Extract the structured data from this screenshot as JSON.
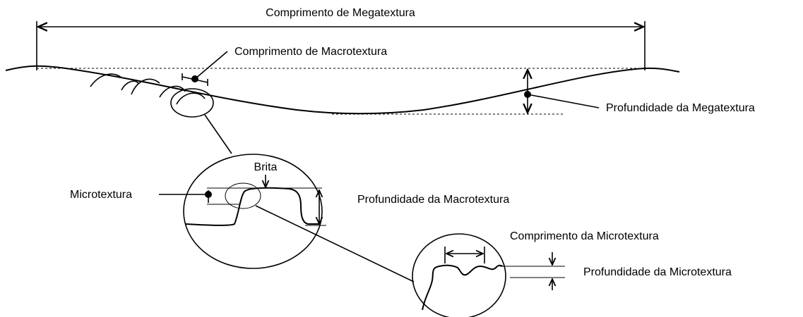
{
  "labels": {
    "megatexture_length": "Comprimento de Megatextura",
    "macrotexture_length": "Comprimento de Macrotextura",
    "megatexture_depth": "Profundidade da Megatextura",
    "aggregate": "Brita",
    "microtexture": "Microtextura",
    "macrotexture_depth": "Profundidade da Macrotextura",
    "microtexture_length": "Comprimento da Microtextura",
    "microtexture_depth": "Profundidade da Microtextura"
  }
}
